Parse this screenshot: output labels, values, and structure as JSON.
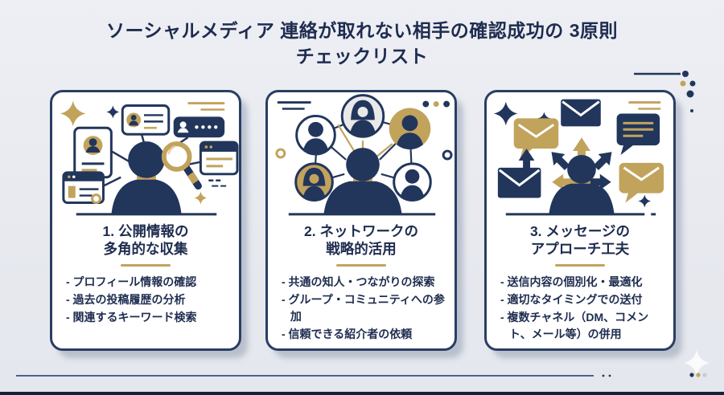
{
  "header": {
    "title_line1": "ソーシャルメディア 連絡が取れない相手の確認成功の 3原則",
    "title_line2": "チェックリスト"
  },
  "cards": [
    {
      "title_line1": "1. 公開情報の",
      "title_line2": "多角的な収集",
      "items": [
        "- プロフィール情報の確認",
        "- 過去の投稿履歴の分析",
        "- 関連するキーワード検索"
      ],
      "illustration": "person-with-magnifier-and-profile-cards"
    },
    {
      "title_line1": "2. ネットワークの",
      "title_line2": "戦略的活用",
      "items": [
        "- 共通の知人・つながりの探索",
        "- グループ・コミュニティへの参加",
        "- 信頼できる紹介者の依頼"
      ],
      "illustration": "person-network-graph"
    },
    {
      "title_line1": "3. メッセージの",
      "title_line2": "アプローチ工夫",
      "items": [
        "- 送信内容の個別化・最適化",
        "- 適切なタイミングでの送付",
        "- 複数チャネル（DM、コメント、メール等）の併用"
      ],
      "illustration": "person-sending-messages"
    }
  ],
  "colors": {
    "navy": "#22365c",
    "gold": "#c2a35c",
    "background": "#e9ebf1",
    "card_background": "#ffffff",
    "text": "#1e2c4f"
  }
}
